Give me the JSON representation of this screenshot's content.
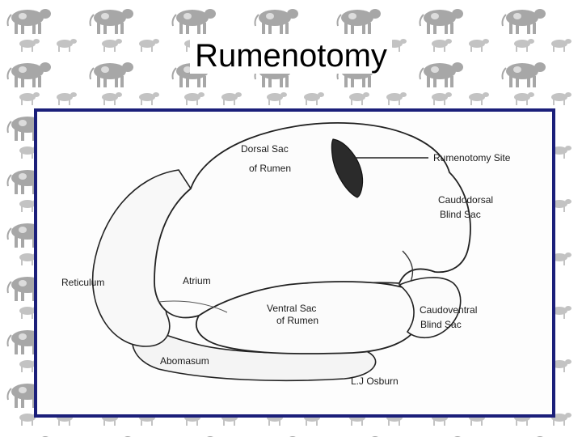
{
  "slide": {
    "title": "Rumenotomy"
  },
  "background": {
    "motif_icon": "cow-silhouette-icon",
    "motif_color": "#8a8a8a"
  },
  "diagram": {
    "frame_color": "#1b1f7a",
    "labels": {
      "dorsal_sac_line1": "Dorsal Sac",
      "dorsal_sac_line2": "of Rumen",
      "rumenotomy_site": "Rumenotomy Site",
      "caudodorsal_line1": "Caudodorsal",
      "caudodorsal_line2": "Blind Sac",
      "reticulum": "Reticulum",
      "atrium": "Atrium",
      "ventral_sac_line1": "Ventral Sac",
      "ventral_sac_line2": "of Rumen",
      "caudoventral_line1": "Caudoventral",
      "caudoventral_line2": "Blind Sac",
      "abomasum": "Abomasum",
      "signature": "L.J Osburn"
    }
  }
}
